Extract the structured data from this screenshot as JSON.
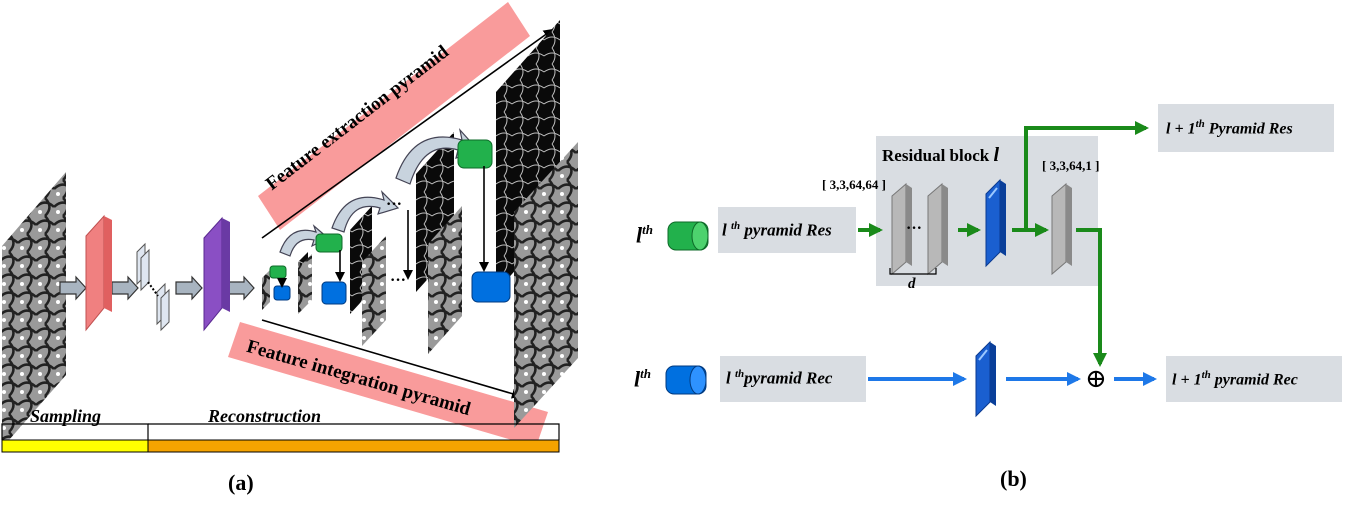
{
  "panel_a": {
    "caption": "(a)",
    "feature_extraction_label": "Feature extraction pyramid",
    "feature_integration_label": "Feature integration pyramid",
    "sampling_label": "Sampling",
    "reconstruction_label": "Reconstruction",
    "ellipsis": "···",
    "colors": {
      "sampling_bar": "#ffff00",
      "reconstruction_bar": "#f5a300",
      "banner": "#f99b9b",
      "red_layer": "#f08080",
      "purple_layer": "#8a4fc4",
      "feature_cube": "#22b14c",
      "recon_cube": "#0070e0"
    }
  },
  "panel_b": {
    "caption": "(b)",
    "lth_label": "l",
    "lth_sup": "th",
    "input_res": {
      "l": "l",
      "sup": "th",
      "text": " pyramid Res"
    },
    "input_rec": {
      "l": "l",
      "sup": "th",
      "text": "pyramid Rec"
    },
    "residual_block_label": "Residual block",
    "residual_block_var": "l",
    "kernel_a": "[ 3,3,64,64 ]",
    "kernel_b": "[ 3,3,64,1 ]",
    "depth_label": "d",
    "ellipsis": "···",
    "output_res": {
      "prefix": "l + 1",
      "sup": "th",
      "text": " Pyramid Res"
    },
    "output_rec": {
      "prefix": "l + 1",
      "sup": "th",
      "text": "  pyramid Rec"
    },
    "sum_symbol": "⊕",
    "colors": {
      "green_path": "#1a8a1a",
      "blue_path": "#1e78e8",
      "box_fill": "#d9dde2",
      "gray_layer": "#a8a8a8",
      "blue_layer": "#1a5fd0"
    }
  }
}
